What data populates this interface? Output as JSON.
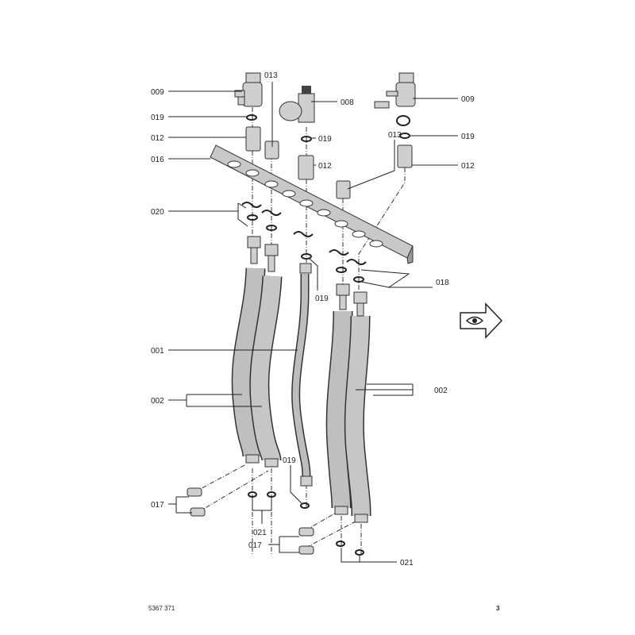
{
  "callouts": {
    "valve_left": "009",
    "seal_left_top": "019",
    "union_left": "012",
    "rail": "016",
    "clips_left": "020",
    "flex_hose": "001",
    "insulated_left": "002",
    "clamps_left": "017",
    "seals_left_bottom": "021",
    "nipple_left": "013",
    "safety_valve": "008",
    "seal_middle": "019",
    "union_middle": "012",
    "nipple_right": "013",
    "valve_right": "009",
    "seal_right": "019",
    "union_right": "012",
    "clips_right": "018",
    "seal_hose_top": "019",
    "insulated_right": "002",
    "seal_hose_bottom": "019",
    "clamps_right": "017",
    "seals_right_bottom": "021"
  },
  "footer": {
    "doc_number": "5367 371",
    "page_number": "3"
  },
  "icons": {
    "view_direction": "eye-arrow-icon"
  }
}
